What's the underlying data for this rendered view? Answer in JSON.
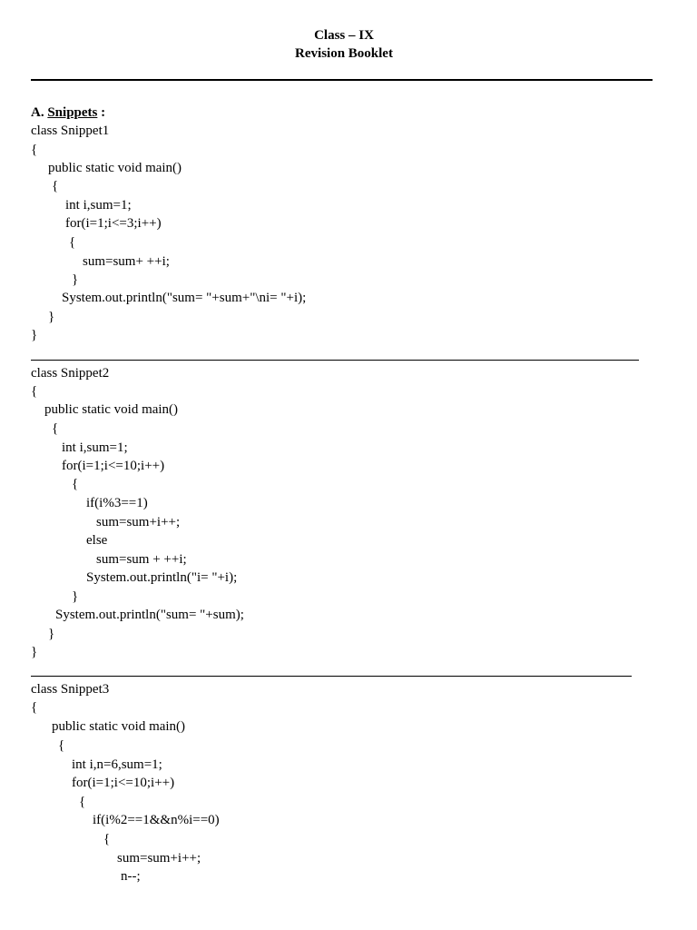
{
  "header": {
    "class_line": "Class – IX",
    "booklet_line": "Revision Booklet"
  },
  "section": {
    "prefix": "A.",
    "title": "Snippets",
    "suffix": ":"
  },
  "snippets": [
    {
      "lines": [
        "class Snippet1",
        "{",
        "public static void main()",
        "{",
        "int i,sum=1;",
        "for(i=1;i<=3;i++)",
        "{",
        "sum=sum+ ++i;",
        "}",
        "System.out.println(\"sum= \"+sum+\"\\ni= \"+i);",
        "}",
        "}"
      ]
    },
    {
      "lines": [
        "class Snippet2",
        "{",
        "public static void main()",
        "{",
        "int i,sum=1;",
        "for(i=1;i<=10;i++)",
        "{",
        "if(i%3==1)",
        "sum=sum+i++;",
        "else",
        "sum=sum + ++i;",
        "System.out.println(\"i= \"+i);",
        "}",
        "System.out.println(\"sum= \"+sum);",
        "}",
        "}"
      ]
    },
    {
      "lines": [
        "class Snippet3",
        "{",
        "public static void main()",
        "{",
        "int i,n=6,sum=1;",
        "for(i=1;i<=10;i++)",
        "{",
        "if(i%2==1&&n%i==0)",
        "{",
        "sum=sum+i++;",
        "n--;"
      ]
    }
  ]
}
